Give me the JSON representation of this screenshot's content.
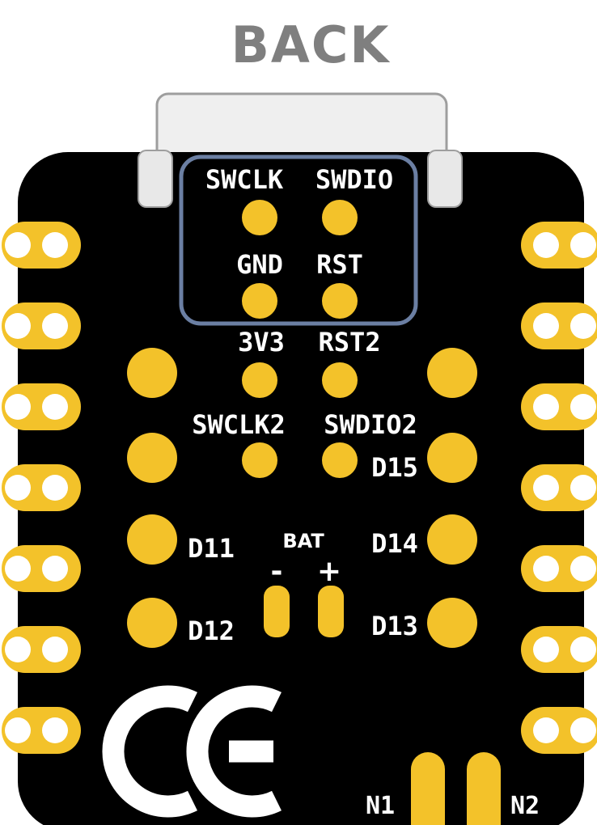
{
  "title": "BACK",
  "colors": {
    "board": "#000000",
    "gold": "#F3C22A",
    "white": "#FFFFFF",
    "title": "#7F7F7F",
    "highlight": "#6B7FA3",
    "usb_fill": "#EFEFEF",
    "usb_stroke": "#9E9E9E"
  },
  "labels": {
    "swclk": "SWCLK",
    "swdio": "SWDIO",
    "gnd": "GND",
    "rst": "RST",
    "v33": "3V3",
    "rst2": "RST2",
    "swclk2": "SWCLK2",
    "swdio2": "SWDIO2",
    "d15": "D15",
    "d14": "D14",
    "d13": "D13",
    "d11": "D11",
    "d12": "D12",
    "bat": "BAT",
    "bat_minus": "-",
    "bat_plus": "+",
    "n1": "N1",
    "n2": "N2"
  },
  "logo": "CE",
  "icons": [
    "usb-connector-icon",
    "ce-mark-icon"
  ]
}
